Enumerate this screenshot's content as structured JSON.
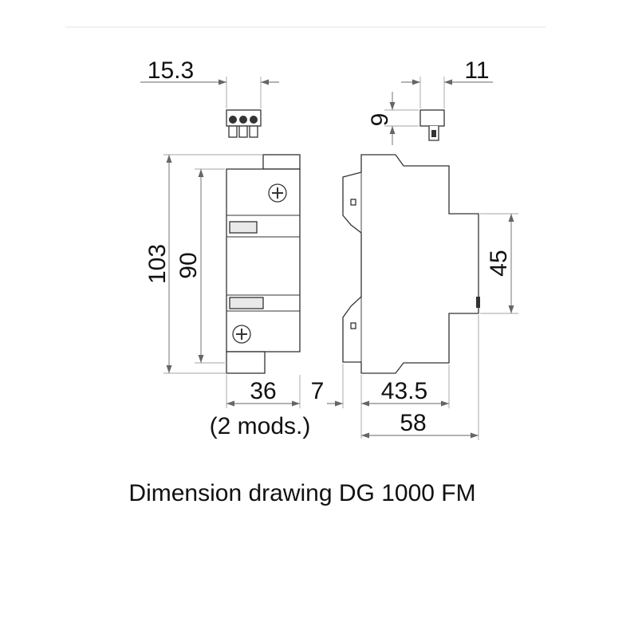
{
  "dimensions": {
    "connector_width": "15.3",
    "plug_width": "11",
    "plug_height": "9",
    "total_height": "103",
    "body_height": "90",
    "front_width": "36",
    "modules_note": "(2 mods.)",
    "front_projection": "7",
    "depth_inner": "43.5",
    "depth_total": "58",
    "rail_height": "45"
  },
  "caption": "Dimension drawing DG 1000 FM"
}
